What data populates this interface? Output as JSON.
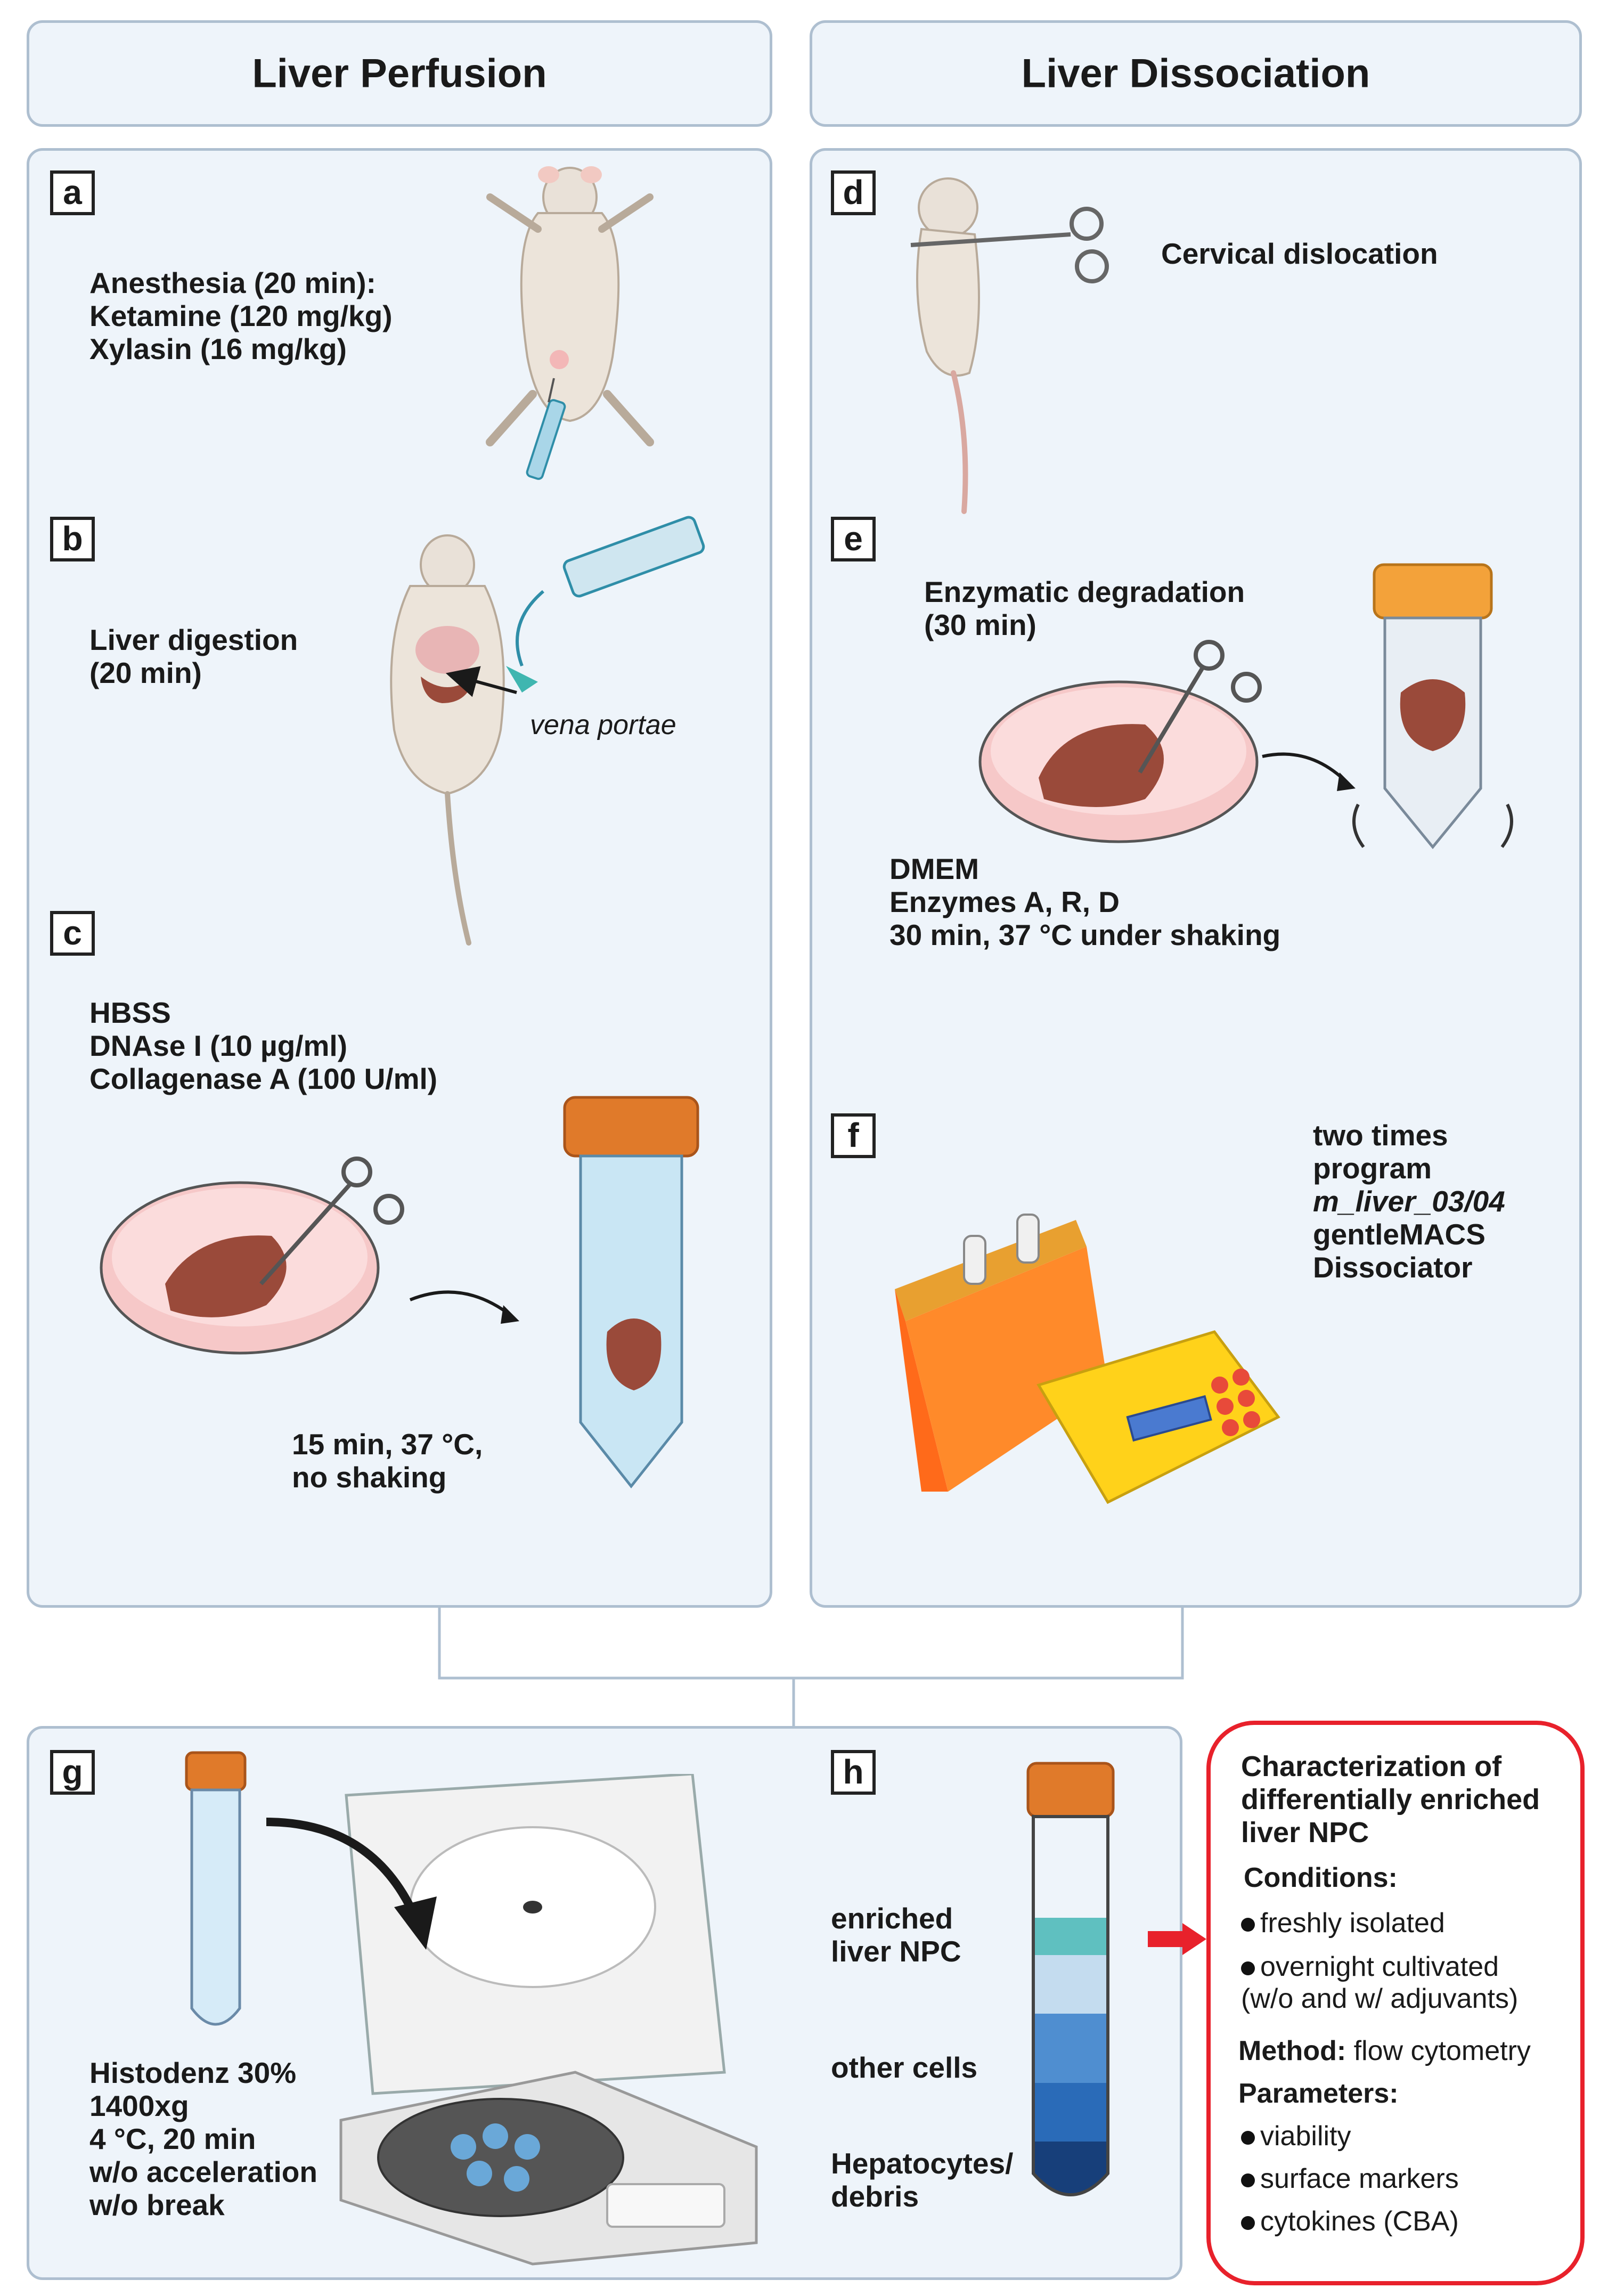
{
  "headers": {
    "left": "Liver Perfusion",
    "right": "Liver Dissociation"
  },
  "panels": {
    "a": {
      "letter": "a",
      "text": "Anesthesia (20 min):\nKetamine (120 mg/kg)\nXylasin (16 mg/kg)"
    },
    "b": {
      "letter": "b",
      "text": "Liver digestion\n(20 min)",
      "annotation": "vena portae"
    },
    "c": {
      "letter": "c",
      "text": "HBSS\nDNAse I (10 µg/ml)\nCollagenase A (100 U/ml)",
      "note": "15 min, 37 °C,\nno shaking"
    },
    "d": {
      "letter": "d",
      "text": "Cervical dislocation"
    },
    "e": {
      "letter": "e",
      "title": "Enzymatic degradation\n(30 min)",
      "text": "DMEM\nEnzymes A, R, D\n30 min, 37 °C under shaking"
    },
    "f": {
      "letter": "f",
      "line1": "two times",
      "line2": "program",
      "line3": "m_liver_03/04",
      "line4": "gentleMACS",
      "line5": "Dissociator"
    },
    "g": {
      "letter": "g",
      "text": "Histodenz 30%\n1400xg\n4 °C, 20 min\nw/o acceleration\nw/o break"
    },
    "h": {
      "letter": "h",
      "layer1": "enriched\nliver NPC",
      "layer2": "other cells",
      "layer3": "Hepatocytes/\ndebris"
    }
  },
  "characterization": {
    "title": "Characterization of\ndifferentially enriched\nliver NPC",
    "conditions_label": "Conditions:",
    "conditions": [
      "freshly isolated",
      "overnight cultivated\n(w/o and w/ adjuvants)"
    ],
    "method_label": "Method:",
    "method_value": "flow cytometry",
    "parameters_label": "Parameters:",
    "parameters": [
      "viability",
      "surface markers",
      "cytokines (CBA)"
    ]
  },
  "colors": {
    "panel_bg": "#eef4fa",
    "panel_border": "#aebfd0",
    "highlight_border": "#e8212b",
    "arrow_red": "#e8212b"
  }
}
